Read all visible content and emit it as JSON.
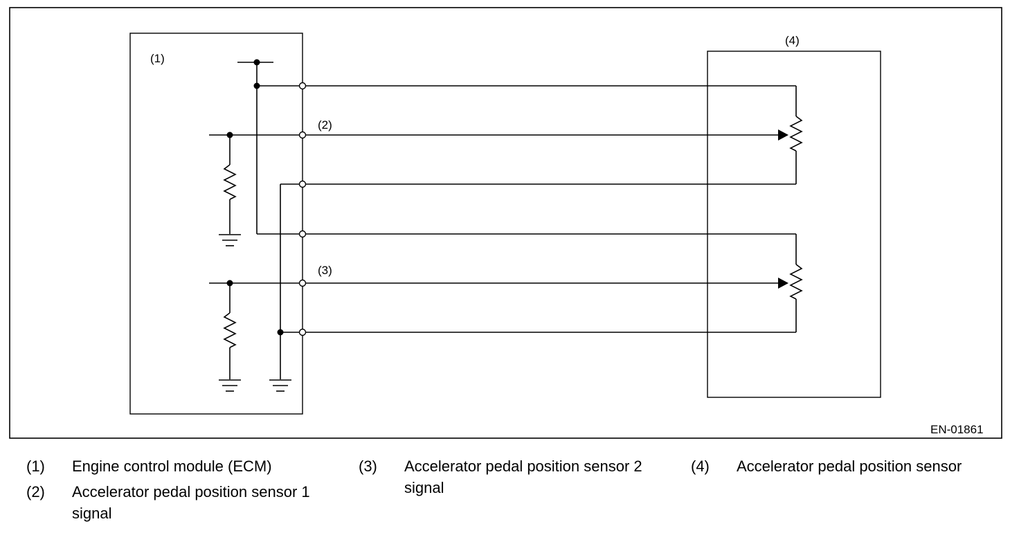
{
  "diagram": {
    "labels": {
      "ecm": "(1)",
      "signal1": "(2)",
      "signal2": "(3)",
      "sensor": "(4)"
    },
    "figure_id": "EN-01861"
  },
  "legend": {
    "items": [
      {
        "num": "(1)",
        "text": "Engine control module (ECM)"
      },
      {
        "num": "(2)",
        "text": "Accelerator pedal position sensor 1 signal"
      },
      {
        "num": "(3)",
        "text": "Accelerator pedal position sensor 2 signal"
      },
      {
        "num": "(4)",
        "text": "Accelerator pedal position sensor"
      }
    ]
  }
}
